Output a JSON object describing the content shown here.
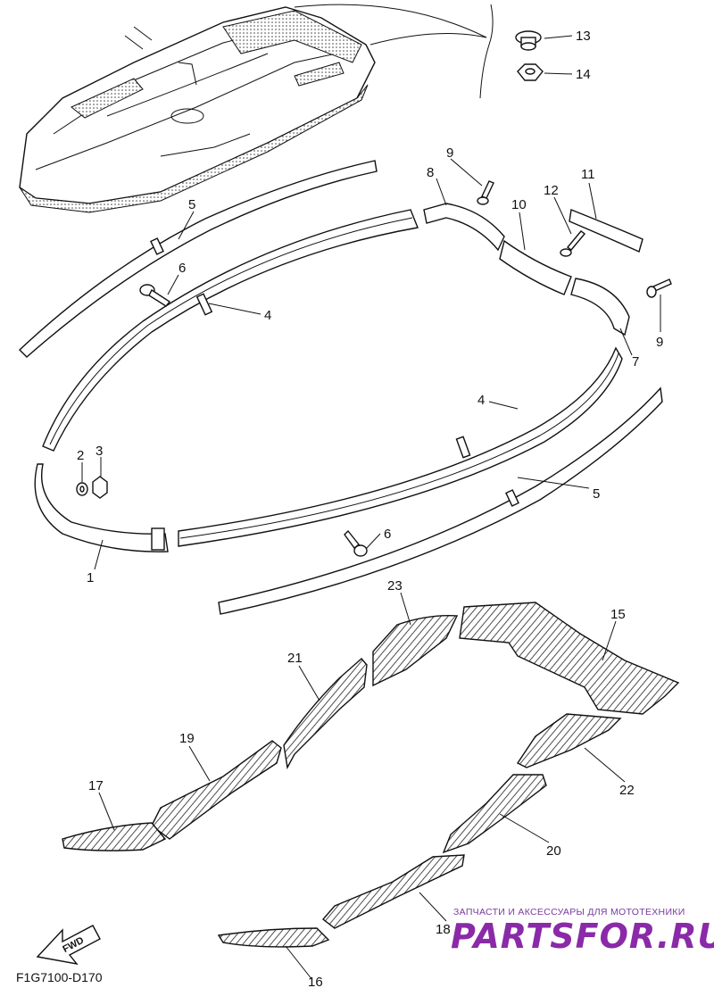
{
  "callouts": {
    "p1": "1",
    "p2": "2",
    "p3": "3",
    "p4a": "4",
    "p4b": "4",
    "p5a": "5",
    "p5b": "5",
    "p6a": "6",
    "p6b": "6",
    "p7": "7",
    "p8": "8",
    "p9a": "9",
    "p9b": "9",
    "p10": "10",
    "p11": "11",
    "p12": "12",
    "p13": "13",
    "p14": "14",
    "p15": "15",
    "p16": "16",
    "p17": "17",
    "p18": "18",
    "p19": "19",
    "p20": "20",
    "p21": "21",
    "p22": "22",
    "p23": "23"
  },
  "fwd_label": "FWD",
  "diagram_code": "F1G7100-D170",
  "watermark": {
    "tagline": "ЗАПЧАСТИ И АКСЕССУАРЫ ДЛЯ МОТОТЕХНИКИ",
    "logo": "PARTSFOR.RU"
  },
  "colors": {
    "ink": "#111111",
    "watermark": "#8a2aa8"
  }
}
